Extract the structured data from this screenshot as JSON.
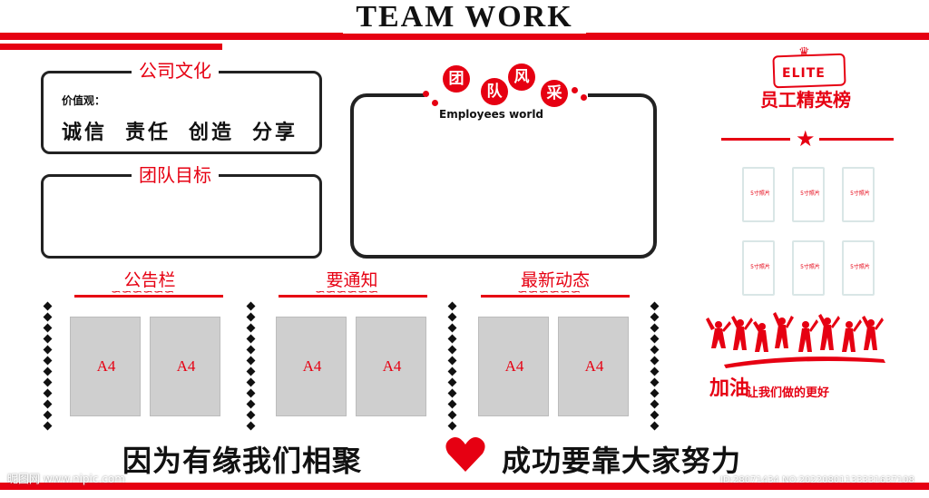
{
  "header": {
    "title": "TEAM WORK"
  },
  "culture": {
    "title": "公司文化",
    "values_label": "价值观：",
    "values": [
      "诚信",
      "责任",
      "创造",
      "分享"
    ]
  },
  "goal": {
    "title": "团队目标"
  },
  "team_style": {
    "chars": [
      "团",
      "队",
      "风",
      "采"
    ],
    "subtitle": "Employees world"
  },
  "elite": {
    "badge": "ELITE",
    "title": "员工精英榜",
    "photo_label": "5寸照片"
  },
  "sections": [
    {
      "title": "公告栏",
      "slots": [
        "A4",
        "A4"
      ]
    },
    {
      "title": "要通知",
      "slots": [
        "A4",
        "A4"
      ]
    },
    {
      "title": "最新动态",
      "slots": [
        "A4",
        "A4"
      ]
    }
  ],
  "cheer": {
    "main": "加油",
    "sub": "让我们做的更好"
  },
  "slogans": {
    "left": "因为有缘我们相聚",
    "right": "成功要靠大家努力"
  },
  "footer": {
    "watermark": "昵图网 www.nipic.com",
    "id": "ID:28071434 NO:20220801133331637108"
  },
  "colors": {
    "accent": "#e60012",
    "frame": "#222222",
    "slot": "#cfcfcf"
  }
}
